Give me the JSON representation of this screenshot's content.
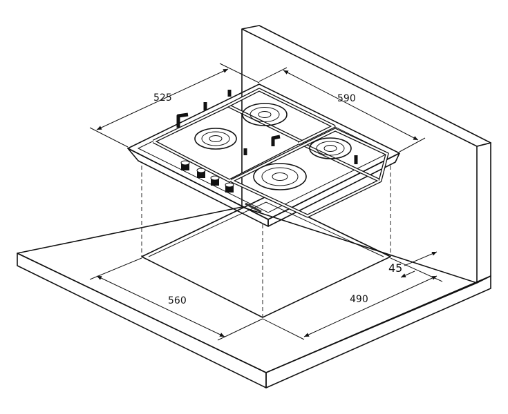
{
  "dimensions": {
    "hob_depth": "525",
    "hob_width": "590",
    "cutout_width": "560",
    "cutout_depth": "490",
    "wall_clearance": "45"
  },
  "colors": {
    "line": "#111111",
    "background": "#ffffff"
  }
}
